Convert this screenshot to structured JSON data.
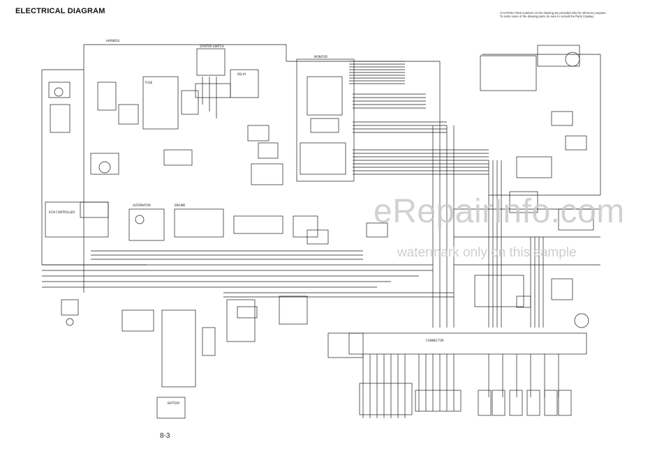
{
  "header": {
    "title": "ELECTRICAL DIAGRAM",
    "caution_line1": "CAUTION: Parts numbers on the drawing are provided only for reference purpose.",
    "caution_line2": "To order some of the drawing parts, be sure to consult the Parts Catalog."
  },
  "footer": {
    "page_number": "8-3"
  },
  "watermark": {
    "site": "eRepairInfo.com",
    "note": "watermark only on this sample"
  },
  "labels": {
    "ecm": "ECM CONTROLLER",
    "monitor": "MONITOR",
    "starter": "STARTER SWITCH",
    "battery": "BATTERY",
    "relay": "RELAY",
    "fuse": "FUSE",
    "alternator": "ALTERNATOR",
    "connector": "CONNECTOR",
    "engine": "ENGINE"
  },
  "colors": {
    "line": "#1a1a1a",
    "watermark": "#c9c9c9"
  }
}
